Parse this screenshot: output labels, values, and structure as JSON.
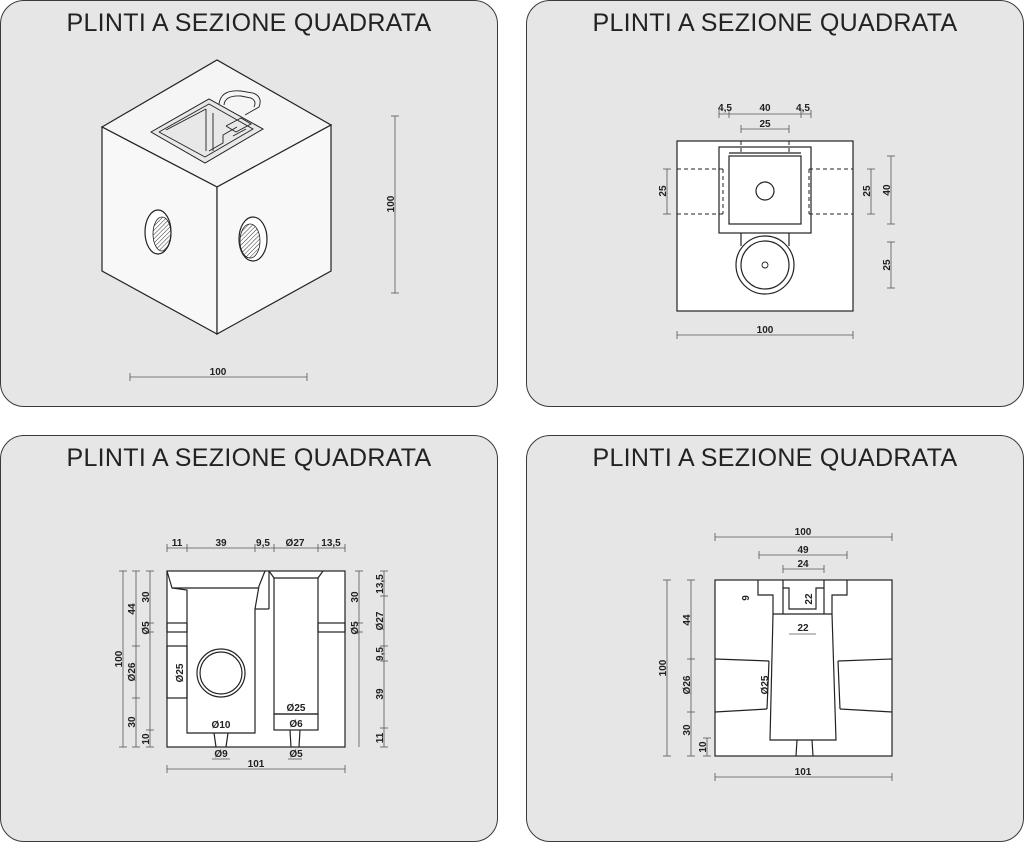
{
  "panels": [
    {
      "title": "PLINTI A SEZIONE QUADRATA",
      "labels": {
        "height": "100",
        "width": "100"
      }
    },
    {
      "title": "PLINTI A SEZIONE QUADRATA",
      "labels": {
        "top_left": "4,5",
        "top_mid": "40",
        "top_right": "4,5",
        "inner": "25",
        "left_25": "25",
        "right_25": "25",
        "right_40": "40",
        "right_low_25": "25",
        "bottom": "100"
      }
    },
    {
      "title": "PLINTI A SEZIONE QUADRATA",
      "labels": {
        "top_11": "11",
        "top_39": "39",
        "top_95": "9,5",
        "top_d27": "Ø27",
        "top_135": "13,5",
        "left_100": "100",
        "left_44": "44",
        "left_d26": "Ø26",
        "left_30b": "30",
        "left_30a": "30",
        "left_d5": "Ø5",
        "left_10": "10",
        "d25_left": "Ø25",
        "d10": "Ø10",
        "d9": "Ø9",
        "d25_right": "Ø25",
        "d6": "Ø6",
        "d5_bottom": "Ø5",
        "right_30": "30",
        "right_d5": "Ø5",
        "right_135": "13,5",
        "right_d27": "Ø27",
        "right_95": "9,5",
        "right_39": "39",
        "right_11": "11",
        "bottom_101": "101"
      }
    },
    {
      "title": "PLINTI A SEZIONE QUADRATA",
      "labels": {
        "top_100": "100",
        "top_49": "49",
        "top_24": "24",
        "dim_9": "9",
        "dim_22v": "22",
        "dim_22h": "22",
        "left_100": "100",
        "left_44": "44",
        "left_d26": "Ø26",
        "left_30": "30",
        "left_10": "10",
        "d25": "Ø25",
        "bottom_101": "101"
      }
    }
  ]
}
